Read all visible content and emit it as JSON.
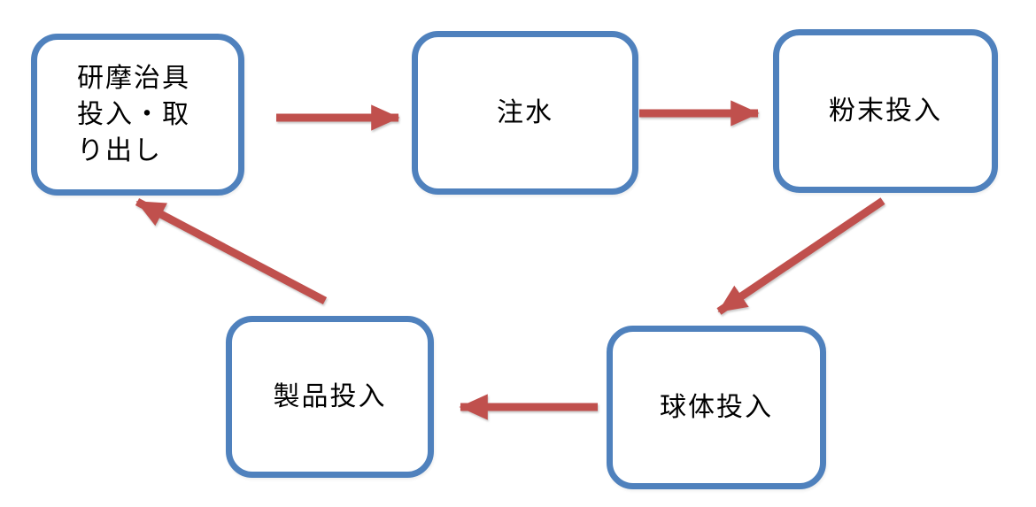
{
  "diagram": {
    "type": "flow-cycle",
    "background": "#ffffff",
    "box_border_color": "#4f81bd",
    "arrow_color": "#c0504d",
    "text_color": "#000000",
    "nodes": [
      {
        "id": "jig",
        "label": "研摩治具\n投入・取\nり出し"
      },
      {
        "id": "water",
        "label": "注水"
      },
      {
        "id": "powder",
        "label": "粉末投入"
      },
      {
        "id": "sphere",
        "label": "球体投入"
      },
      {
        "id": "product",
        "label": "製品投入"
      }
    ],
    "edges": [
      {
        "from": "jig",
        "to": "water"
      },
      {
        "from": "water",
        "to": "powder"
      },
      {
        "from": "powder",
        "to": "sphere"
      },
      {
        "from": "sphere",
        "to": "product"
      },
      {
        "from": "product",
        "to": "jig"
      }
    ]
  }
}
